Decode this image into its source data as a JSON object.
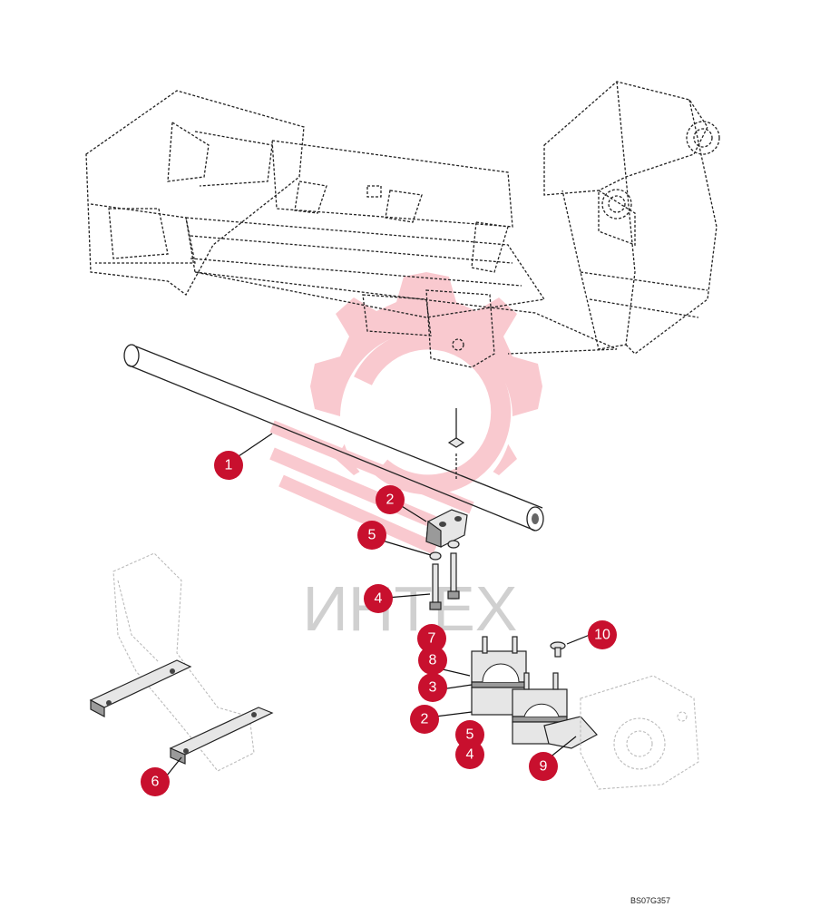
{
  "diagram": {
    "drawing_code": "BS07G357",
    "watermark_text": "ИНТЕХ",
    "callouts": [
      "1",
      "2",
      "5",
      "4",
      "7",
      "8",
      "3",
      "2",
      "5",
      "4",
      "9",
      "10",
      "6"
    ]
  }
}
